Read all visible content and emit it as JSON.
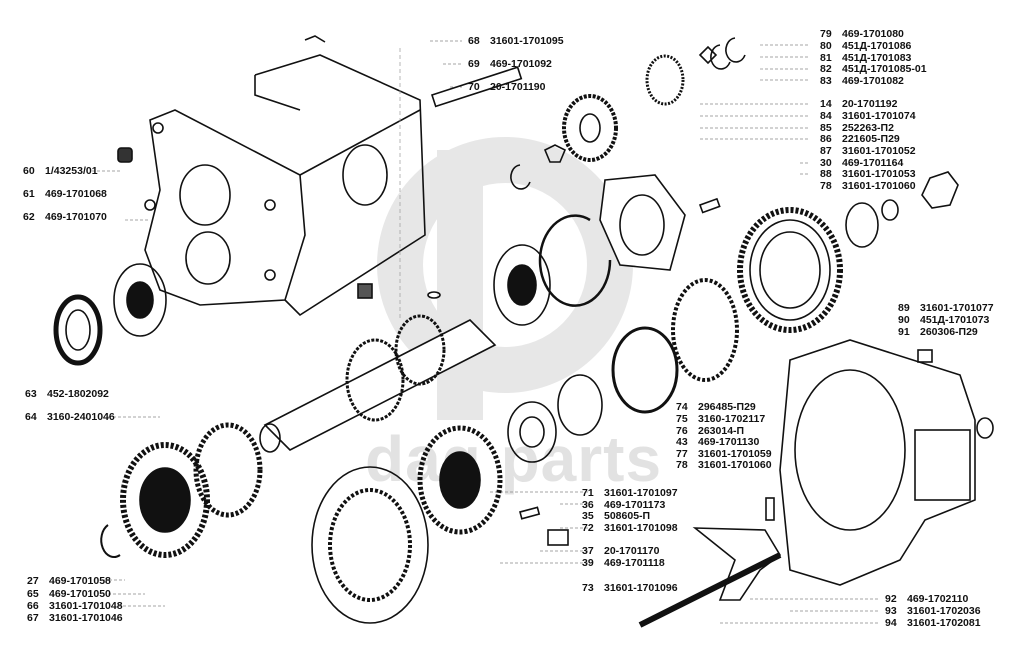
{
  "title": "Transfer case exploded parts diagram",
  "watermark": {
    "text": "dag   parts",
    "logo": "dp-logo"
  },
  "labels": {
    "left": [
      {
        "num": "60",
        "part": "1/43253/01"
      },
      {
        "num": "61",
        "part": "469-1701068"
      },
      {
        "num": "62",
        "part": "469-1701070"
      },
      {
        "num": "63",
        "part": "452-1802092"
      },
      {
        "num": "64",
        "part": "3160-2401046"
      },
      {
        "num": "27",
        "part": "469-1701058"
      },
      {
        "num": "65",
        "part": "469-1701050"
      },
      {
        "num": "66",
        "part": "31601-1701048"
      },
      {
        "num": "67",
        "part": "31601-1701046"
      }
    ],
    "top": [
      {
        "num": "68",
        "part": "31601-1701095"
      },
      {
        "num": "69",
        "part": "469-1701092"
      },
      {
        "num": "70",
        "part": "20-1701190"
      }
    ],
    "right_top": [
      {
        "num": "79",
        "part": "469-1701080"
      },
      {
        "num": "80",
        "part": "451Д-1701086"
      },
      {
        "num": "81",
        "part": "451Д-1701083"
      },
      {
        "num": "82",
        "part": "451Д-1701085-01"
      },
      {
        "num": "83",
        "part": "469-1701082"
      },
      {
        "num": "14",
        "part": "20-1701192"
      },
      {
        "num": "84",
        "part": "31601-1701074"
      },
      {
        "num": "85",
        "part": "252263-П2"
      },
      {
        "num": "86",
        "part": "221605-П29"
      },
      {
        "num": "87",
        "part": "31601-1701052"
      },
      {
        "num": "30",
        "part": "469-1701164"
      },
      {
        "num": "88",
        "part": "31601-1701053"
      },
      {
        "num": "78",
        "part": "31601-1701060"
      }
    ],
    "right_mid": [
      {
        "num": "89",
        "part": "31601-1701077"
      },
      {
        "num": "90",
        "part": "451Д-1701073"
      },
      {
        "num": "91",
        "part": "260306-П29"
      }
    ],
    "center_right": [
      {
        "num": "74",
        "part": "296485-П29"
      },
      {
        "num": "75",
        "part": "3160-1702117"
      },
      {
        "num": "76",
        "part": "263014-П"
      },
      {
        "num": "43",
        "part": "469-1701130"
      },
      {
        "num": "77",
        "part": "31601-1701059"
      },
      {
        "num": "78",
        "part": "31601-1701060"
      }
    ],
    "center_bottom": [
      {
        "num": "71",
        "part": "31601-1701097"
      },
      {
        "num": "36",
        "part": "469-1701173"
      },
      {
        "num": "35",
        "part": "508605-П"
      },
      {
        "num": "72",
        "part": "31601-1701098"
      },
      {
        "num": "37",
        "part": "20-1701170"
      },
      {
        "num": "39",
        "part": "469-1701118"
      },
      {
        "num": "73",
        "part": "31601-1701096"
      }
    ],
    "right_bottom": [
      {
        "num": "92",
        "part": "469-1702110"
      },
      {
        "num": "93",
        "part": "31601-1702036"
      },
      {
        "num": "94",
        "part": "31601-1702081"
      }
    ]
  }
}
